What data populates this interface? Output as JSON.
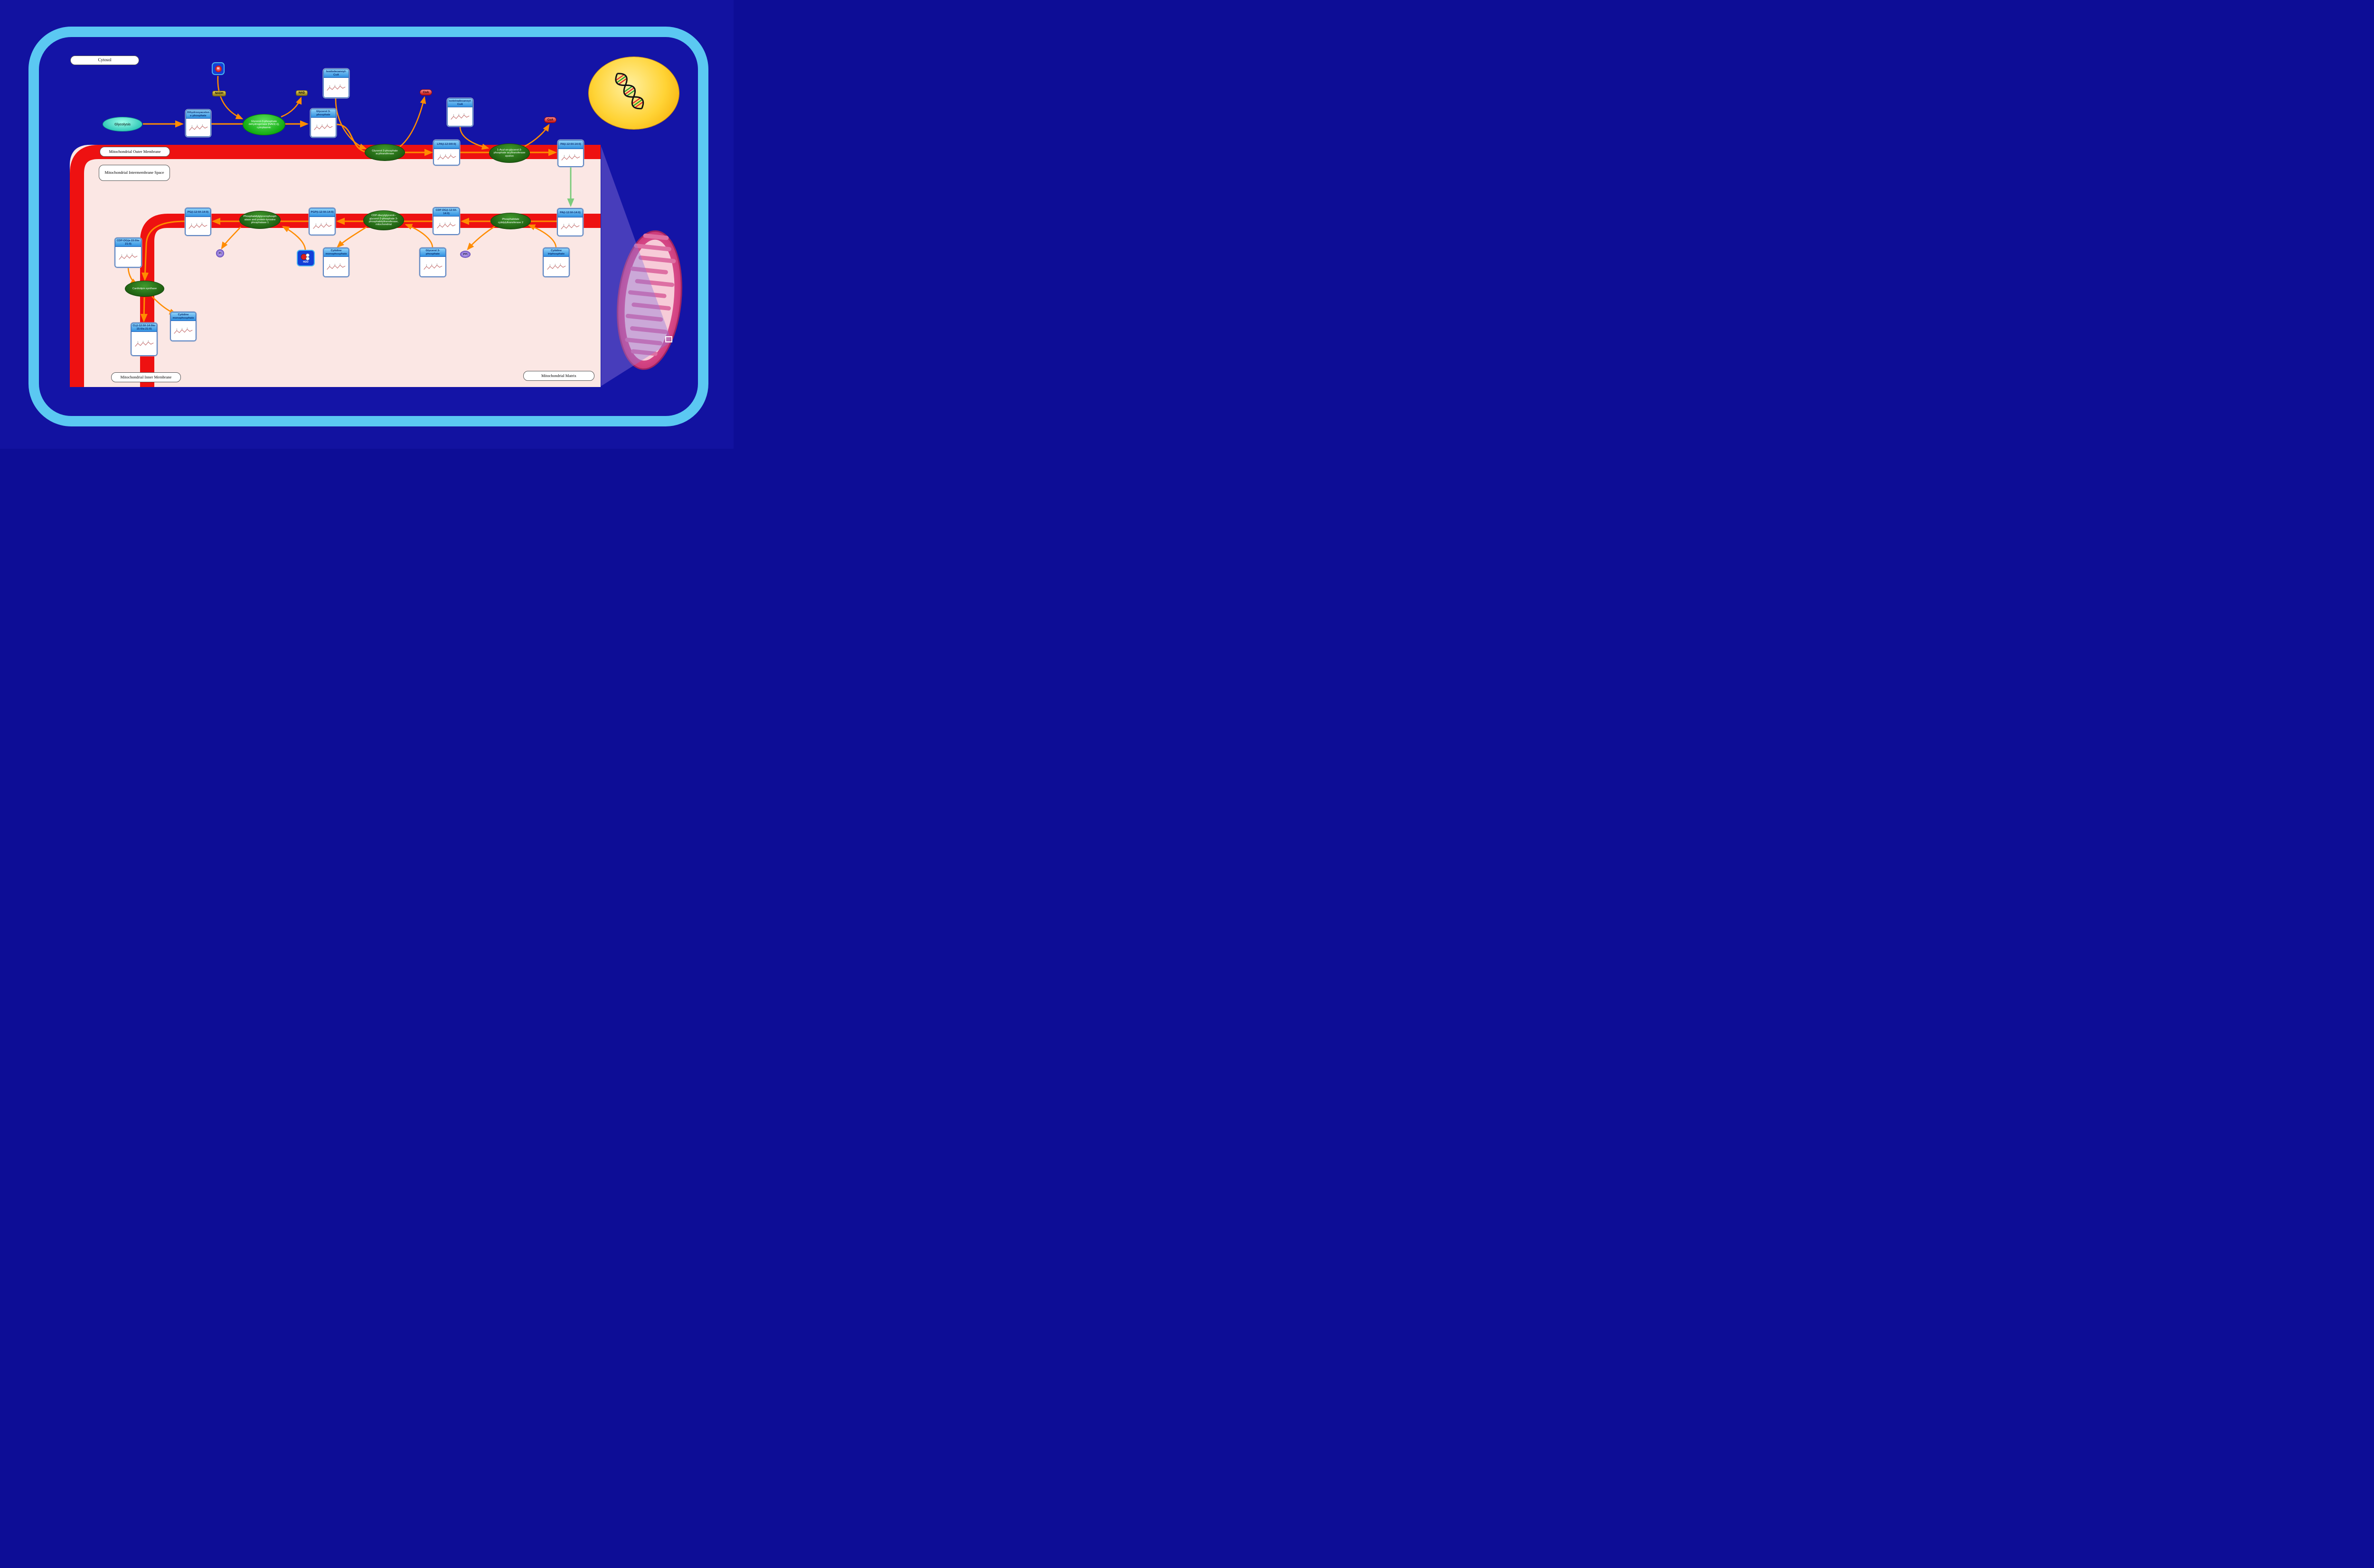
{
  "compartments": {
    "cytosol": "Cytosol",
    "outer_membrane": "Mitochondrial Outer Membrane",
    "intermembrane_space": "Mitochondrial Intermembrane Space",
    "inner_membrane": "Mitochondrial Inner Membrane",
    "matrix": "Mitochondrial Matrix"
  },
  "pathway": {
    "glycolysis": "Glycolysis"
  },
  "enzymes": [
    {
      "label": "Glycerol-3-phosphate dehydrogenase [NAD(+)], cytoplasmic"
    },
    {
      "label": "Glycerol-3-phosphate acyltransferase"
    },
    {
      "label": "1-Acyl-sn-glycerol-3-phosphate acyltransferase epsilon"
    },
    {
      "label": "Phosphatidate cytidylyltransferase 2"
    },
    {
      "label": "CDP-diacylglycerol--glycerol-3-phosphate 3-phosphatidyltransferase, mitochondrial"
    },
    {
      "label": "Phosphatidylglycerophosphatase and protein-tyrosine phosphatase 1"
    },
    {
      "label": "Cardiolipin synthase"
    }
  ],
  "metabolites": [
    {
      "label": "Dihydroxyacetone phosphate"
    },
    {
      "label": "Glycerol 3-phosphate"
    },
    {
      "label": "Isododecanoyl-CoA"
    },
    {
      "label": "Isotetradecanoyl-CoA"
    },
    {
      "label": "LPA(i-12:0/0:0)"
    },
    {
      "label": "PA(i-12:0/i-14:0)"
    },
    {
      "label": "PA(i-12:0/i-14:0)"
    },
    {
      "label": "CDP-DG(i-12:0/i-14:0)"
    },
    {
      "label": "PGP(i-12:0/i-14:0)"
    },
    {
      "label": "PG(i-12:0/i-14:0)"
    },
    {
      "label": "CDP-DG(a-15:0/a-21:0)"
    },
    {
      "label": "CL(i-12:0/i-14:0/a-15:0/a-21:0)"
    },
    {
      "label": "Cytidine monophosphate"
    },
    {
      "label": "Cytidine monophosphate"
    },
    {
      "label": "Glycerol 3-phosphate"
    },
    {
      "label": "Cytidine triphosphate"
    }
  ],
  "cofactors": {
    "nadh": "NADH",
    "nad": "NAD",
    "coa_1": "CoA",
    "coa_2": "CoA",
    "pi": "Pi",
    "ppi": "PPi",
    "proton": "H",
    "water": "H2O"
  },
  "icons": {
    "dna": "dna-helix-icon",
    "mitochondrion": "mitochondrion-icon",
    "water_molecule": "water-molecule-icon",
    "proton": "proton-icon",
    "molecule_structure": "molecule-structure-icon",
    "zoom_region": "zoom-region-indicator"
  },
  "colors": {
    "background": "#1212A0",
    "cell_border": "#5BC8F2",
    "membrane_red": "#EE1111",
    "matrix_pink": "#FBE7E4",
    "arrow_orange": "#FF8C00",
    "transport_green": "#7CCB7C",
    "enzyme_green": "#2E7D1E",
    "enzyme_bright_green": "#2ECC2E",
    "metabolite_header_blue": "#5FB8F0",
    "nucleus_yellow": "#FFC21E",
    "mitochondrion_pink": "#D9649A",
    "cofactor_gold": "#C8A832",
    "coa_red": "#CC1111",
    "phosphate_purple": "#7B5FD0"
  }
}
